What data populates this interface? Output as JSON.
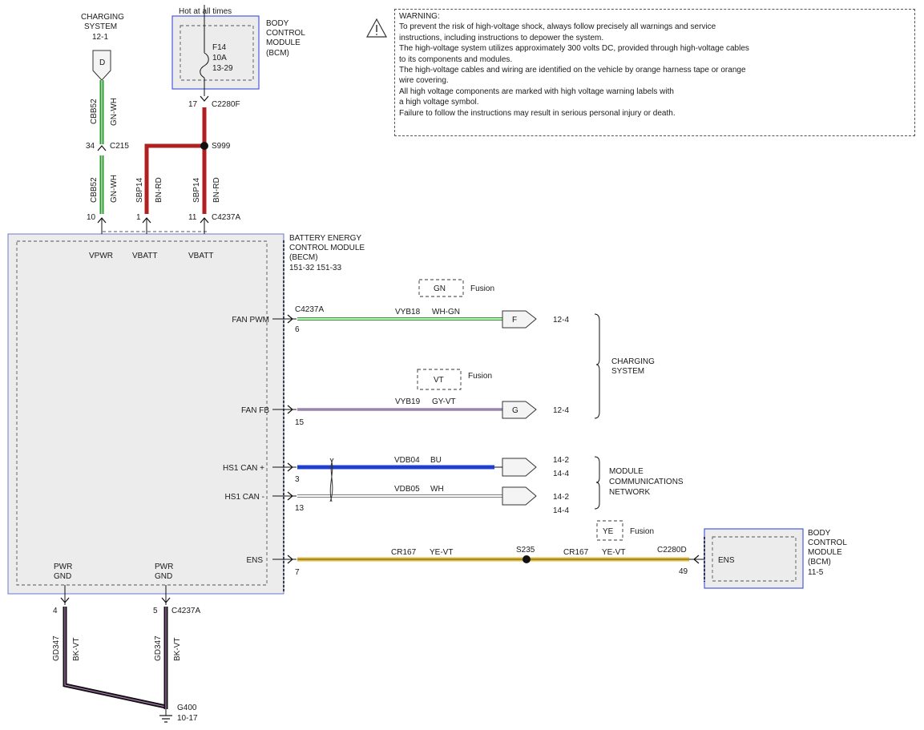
{
  "warning": {
    "lines": [
      "WARNING:",
      "To prevent the risk of high-voltage shock, always follow precisely all warnings and service",
      "instructions, including instructions to depower the system.",
      "The high-voltage system utilizes approximately 300 volts DC, provided through high-voltage cables",
      "to its components and modules.",
      "The high-voltage cables and wiring are identified on the vehicle by orange harness tape or orange",
      "wire covering.",
      "All high voltage components are marked with high voltage warning labels with",
      "a high voltage symbol.",
      "Failure to follow the instructions may result in serious personal injury or death."
    ]
  },
  "charging_system_top": {
    "line1": "CHARGING",
    "line2": "SYSTEM",
    "ref": "12-1",
    "connector_letter": "D"
  },
  "hot_label": "Hot at all times",
  "bcm_top": {
    "line1": "BODY",
    "line2": "CONTROL",
    "line3": "MODULE",
    "line4": "(BCM)",
    "fuse": "F14",
    "amps": "10A",
    "ref": "13-29"
  },
  "becm": {
    "line1": "BATTERY ENERGY",
    "line2": "CONTROL MODULE",
    "line3": "(BECM)",
    "refs": "151-32  151-33",
    "pins_top": [
      "VPWR",
      "VBATT",
      "VBATT"
    ],
    "fan_pwm": "FAN PWM",
    "fan_fb": "FAN FB",
    "can_plus": "HS1 CAN +",
    "can_minus": "HS1 CAN -",
    "ens": "ENS",
    "pwr": "PWR",
    "gnd": "GND"
  },
  "wires": {
    "cbb52_upper": {
      "circuit": "CBB52",
      "color": "GN-WH",
      "pin": "34",
      "connector": "C215"
    },
    "cbb52_lower": {
      "circuit": "CBB52",
      "color": "GN-WH",
      "pin": "10"
    },
    "sbp14_left": {
      "circuit": "SBP14",
      "color": "BN-RD",
      "pin": "1"
    },
    "sbp14_right": {
      "circuit": "SBP14",
      "color": "BN-RD",
      "pin": "11",
      "connector": "C4237A"
    },
    "c2280f": {
      "pin": "17",
      "connector": "C2280F"
    },
    "splice_s999": "S999",
    "vyb18": {
      "circuit": "VYB18",
      "color": "WH-GN",
      "pin": "6",
      "connector": "C4237A",
      "dest_letter": "F",
      "ref": "12-4"
    },
    "vyb19": {
      "circuit": "VYB19",
      "color": "GY-VT",
      "pin": "15",
      "dest_letter": "G",
      "ref": "12-4"
    },
    "vdb04": {
      "circuit": "VDB04",
      "color": "BU",
      "pin": "3",
      "ref1": "14-2",
      "ref2": "14-4"
    },
    "vdb05": {
      "circuit": "VDB05",
      "color": "WH",
      "pin": "13",
      "ref1": "14-2",
      "ref2": "14-4"
    },
    "cr167_left": {
      "circuit": "CR167",
      "color": "YE-VT",
      "pin": "7"
    },
    "cr167_right": {
      "circuit": "CR167",
      "color": "YE-VT",
      "pin": "49",
      "connector": "C2280D"
    },
    "splice_s235": "S235",
    "gd347_left": {
      "circuit": "GD347",
      "color": "BK-VT",
      "pin": "4"
    },
    "gd347_right": {
      "circuit": "GD347",
      "color": "BK-VT",
      "pin": "5",
      "connector": "C4237A"
    },
    "ground": {
      "name": "G400",
      "ref": "10-17"
    }
  },
  "fusion_tags": {
    "gn": "GN",
    "vt": "VT",
    "ye": "YE",
    "label": "Fusion"
  },
  "charging_system_right": {
    "line1": "CHARGING",
    "line2": "SYSTEM"
  },
  "module_network": {
    "line1": "MODULE",
    "line2": "COMMUNICATIONS",
    "line3": "NETWORK"
  },
  "bcm_right": {
    "line1": "BODY",
    "line2": "CONTROL",
    "line3": "MODULE",
    "line4": "(BCM)",
    "ref": "11-5",
    "pin_label": "ENS"
  },
  "colors": {
    "green": "#2e9b2e",
    "red": "#b02020",
    "violet": "#b7a1c8",
    "blue": "#1f3fd1",
    "yellow": "#e0c020",
    "black": "#111111",
    "bcm_border": "#4a5ad8",
    "module_fill": "#ececec"
  },
  "icons": [
    "warning-triangle-icon",
    "fuse-icon",
    "ground-icon",
    "twisted-pair-icon",
    "connector-arrow-icon"
  ]
}
